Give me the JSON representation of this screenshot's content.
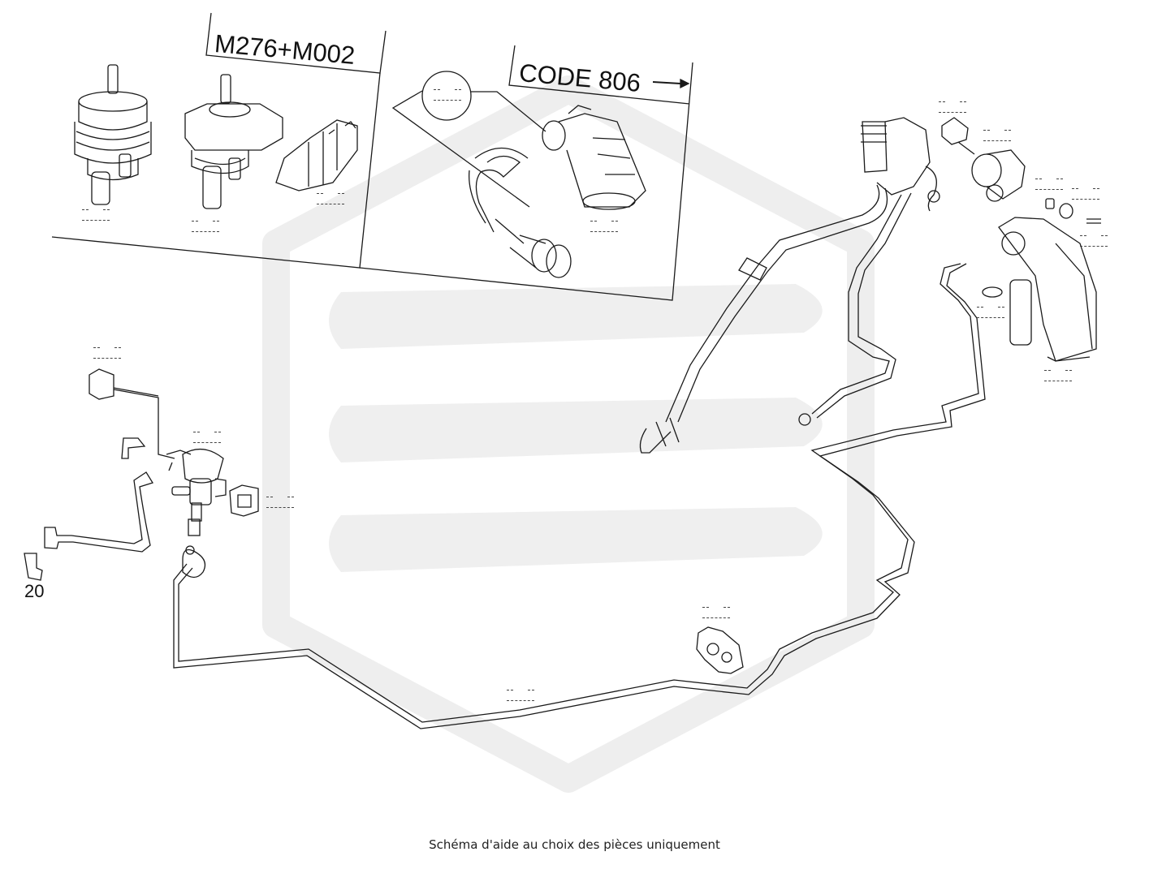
{
  "inset_left": {
    "label": "M276+M002"
  },
  "inset_right": {
    "label": "CODE 806"
  },
  "reference_number": "20",
  "caption": "Schéma d'aide au choix des pièces uniquement",
  "colors": {
    "line": "#1a1a1a",
    "watermark": "#eeeeee"
  },
  "icons": [
    "arrow-right-icon",
    "watermark-logo"
  ]
}
